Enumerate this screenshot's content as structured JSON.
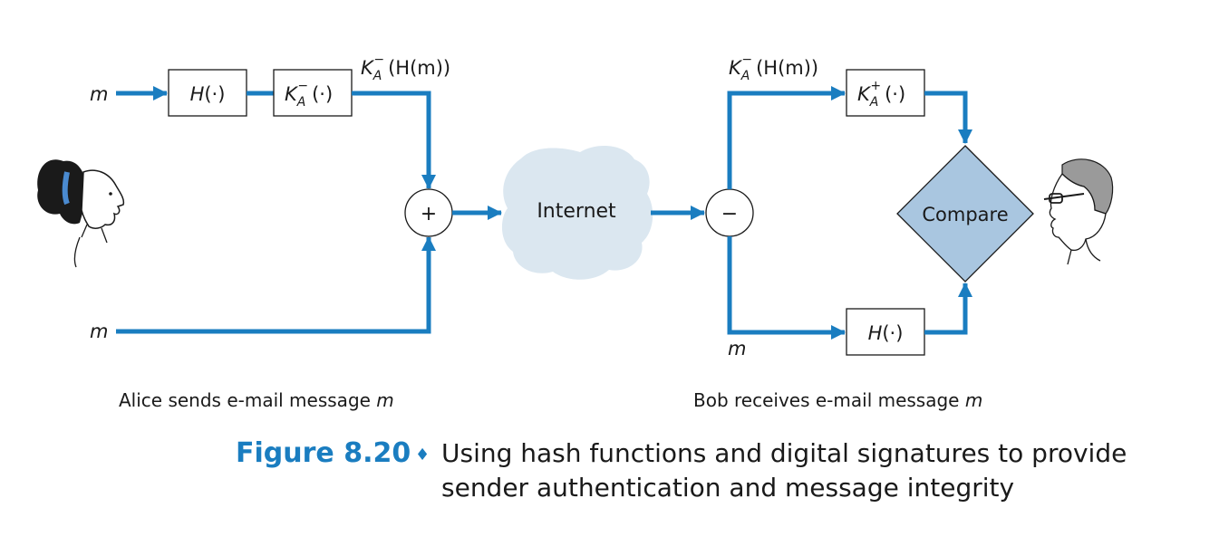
{
  "colors": {
    "arrow": "#1a7dc0",
    "cloud": "#dbe7f0",
    "diamond": "#a9c6e0",
    "box_border": "#1a1a1a",
    "caption_accent": "#1a7dc0"
  },
  "alice": {
    "m_top": "m",
    "m_bottom": "m",
    "hash_box": {
      "func": "H",
      "arg": "(·)"
    },
    "encrypt_box": {
      "key": "K",
      "sub": "A",
      "sup": "−",
      "arg": "(·)"
    },
    "signed_label": {
      "key": "K",
      "sub": "A",
      "sup": "−",
      "arg": "(H(m))"
    },
    "combine_symbol": "+",
    "label_prefix": "Alice sends e-mail message ",
    "label_var": "m"
  },
  "internet": {
    "label": "Internet"
  },
  "bob": {
    "split_symbol": "−",
    "signed_label": {
      "key": "K",
      "sub": "A",
      "sup": "−",
      "arg": "(H(m))"
    },
    "decrypt_box": {
      "key": "K",
      "sub": "A",
      "sup": "+",
      "arg": "(·)"
    },
    "hash_box": {
      "func": "H",
      "arg": "(·)"
    },
    "m_label": "m",
    "compare_label": "Compare",
    "label_prefix": "Bob receives e-mail message ",
    "label_var": "m"
  },
  "caption": {
    "figure": "Figure 8.20",
    "bullet": "♦",
    "line1": "Using hash functions and digital signatures to provide",
    "line2": "sender authentication and message integrity"
  }
}
